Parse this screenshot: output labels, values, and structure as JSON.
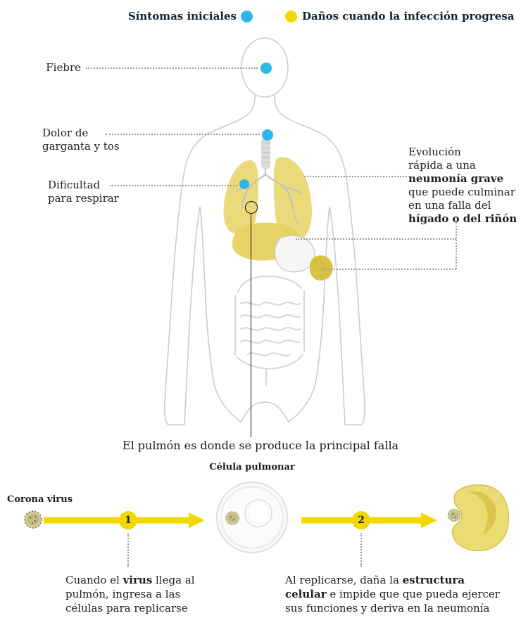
{
  "legend": {
    "initial_label": "Síntomas iniciales",
    "progress_label": "Daños cuando la infección progresa"
  },
  "body_labels": {
    "fever": "Fiebre",
    "throat_line1": "Dolor de",
    "throat_line2": "garganta y tos",
    "breathing_line1": "Dificultad",
    "breathing_line2": "para respirar"
  },
  "evolution": {
    "line1": "Evolución",
    "line2": "rápida a una",
    "line3_bold": "neumonía grave",
    "line4": "que puede culminar",
    "line5": "en una falla del",
    "line6_bold": "hígado o del riñón"
  },
  "lung_caption": "El pulmón es donde se produce la principal falla",
  "process": {
    "virus_label": "Corona virus",
    "cell_label": "Célula pulmonar",
    "step1_number": "1",
    "step2_number": "2",
    "step1": {
      "line1_pre": "Cuando el ",
      "line1_bold": "virus",
      "line1_post": " llega al",
      "line2": "pulmón, ingresa a las",
      "line3": "células para replicarse"
    },
    "step2": {
      "line1_pre": "Al replicarse, daña la ",
      "line1_bold": "estructura",
      "line2_bold": "celular",
      "line2_post": " e impide que que pueda ejercer",
      "line3": "sus funciones y deriva en la neumonía"
    }
  },
  "colors": {
    "initial_symptom_dot": "#2cb7e6",
    "progress_damage_dot": "#f3d800",
    "organ_yellow": "#e9d76f"
  }
}
